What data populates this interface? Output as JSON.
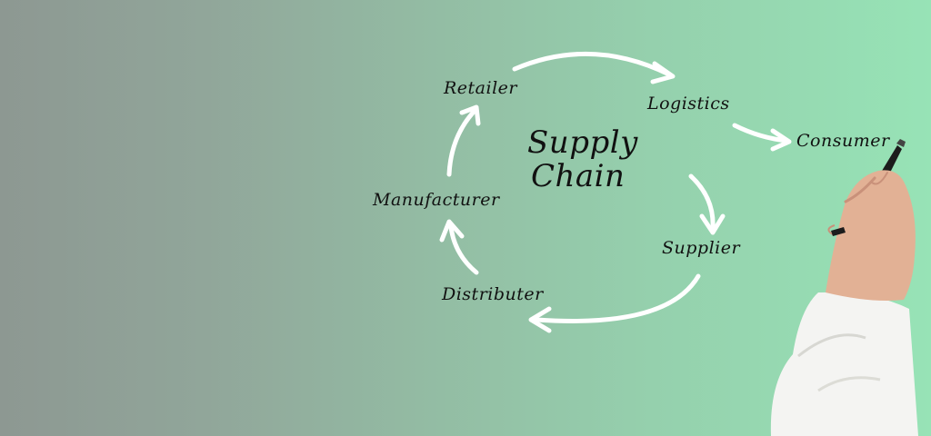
{
  "diagram": {
    "title_line1": "Supply",
    "title_line2": "Chain",
    "nodes": {
      "retailer": "Retailer",
      "logistics": "Logistics",
      "consumer": "Consumer",
      "supplier": "Supplier",
      "distributer": "Distributer",
      "manufacturer": "Manufacturer"
    }
  },
  "colors": {
    "background_left": "#8d9892",
    "background_right": "#97e3b6",
    "arrow": "#ffffff",
    "text": "#111111"
  }
}
